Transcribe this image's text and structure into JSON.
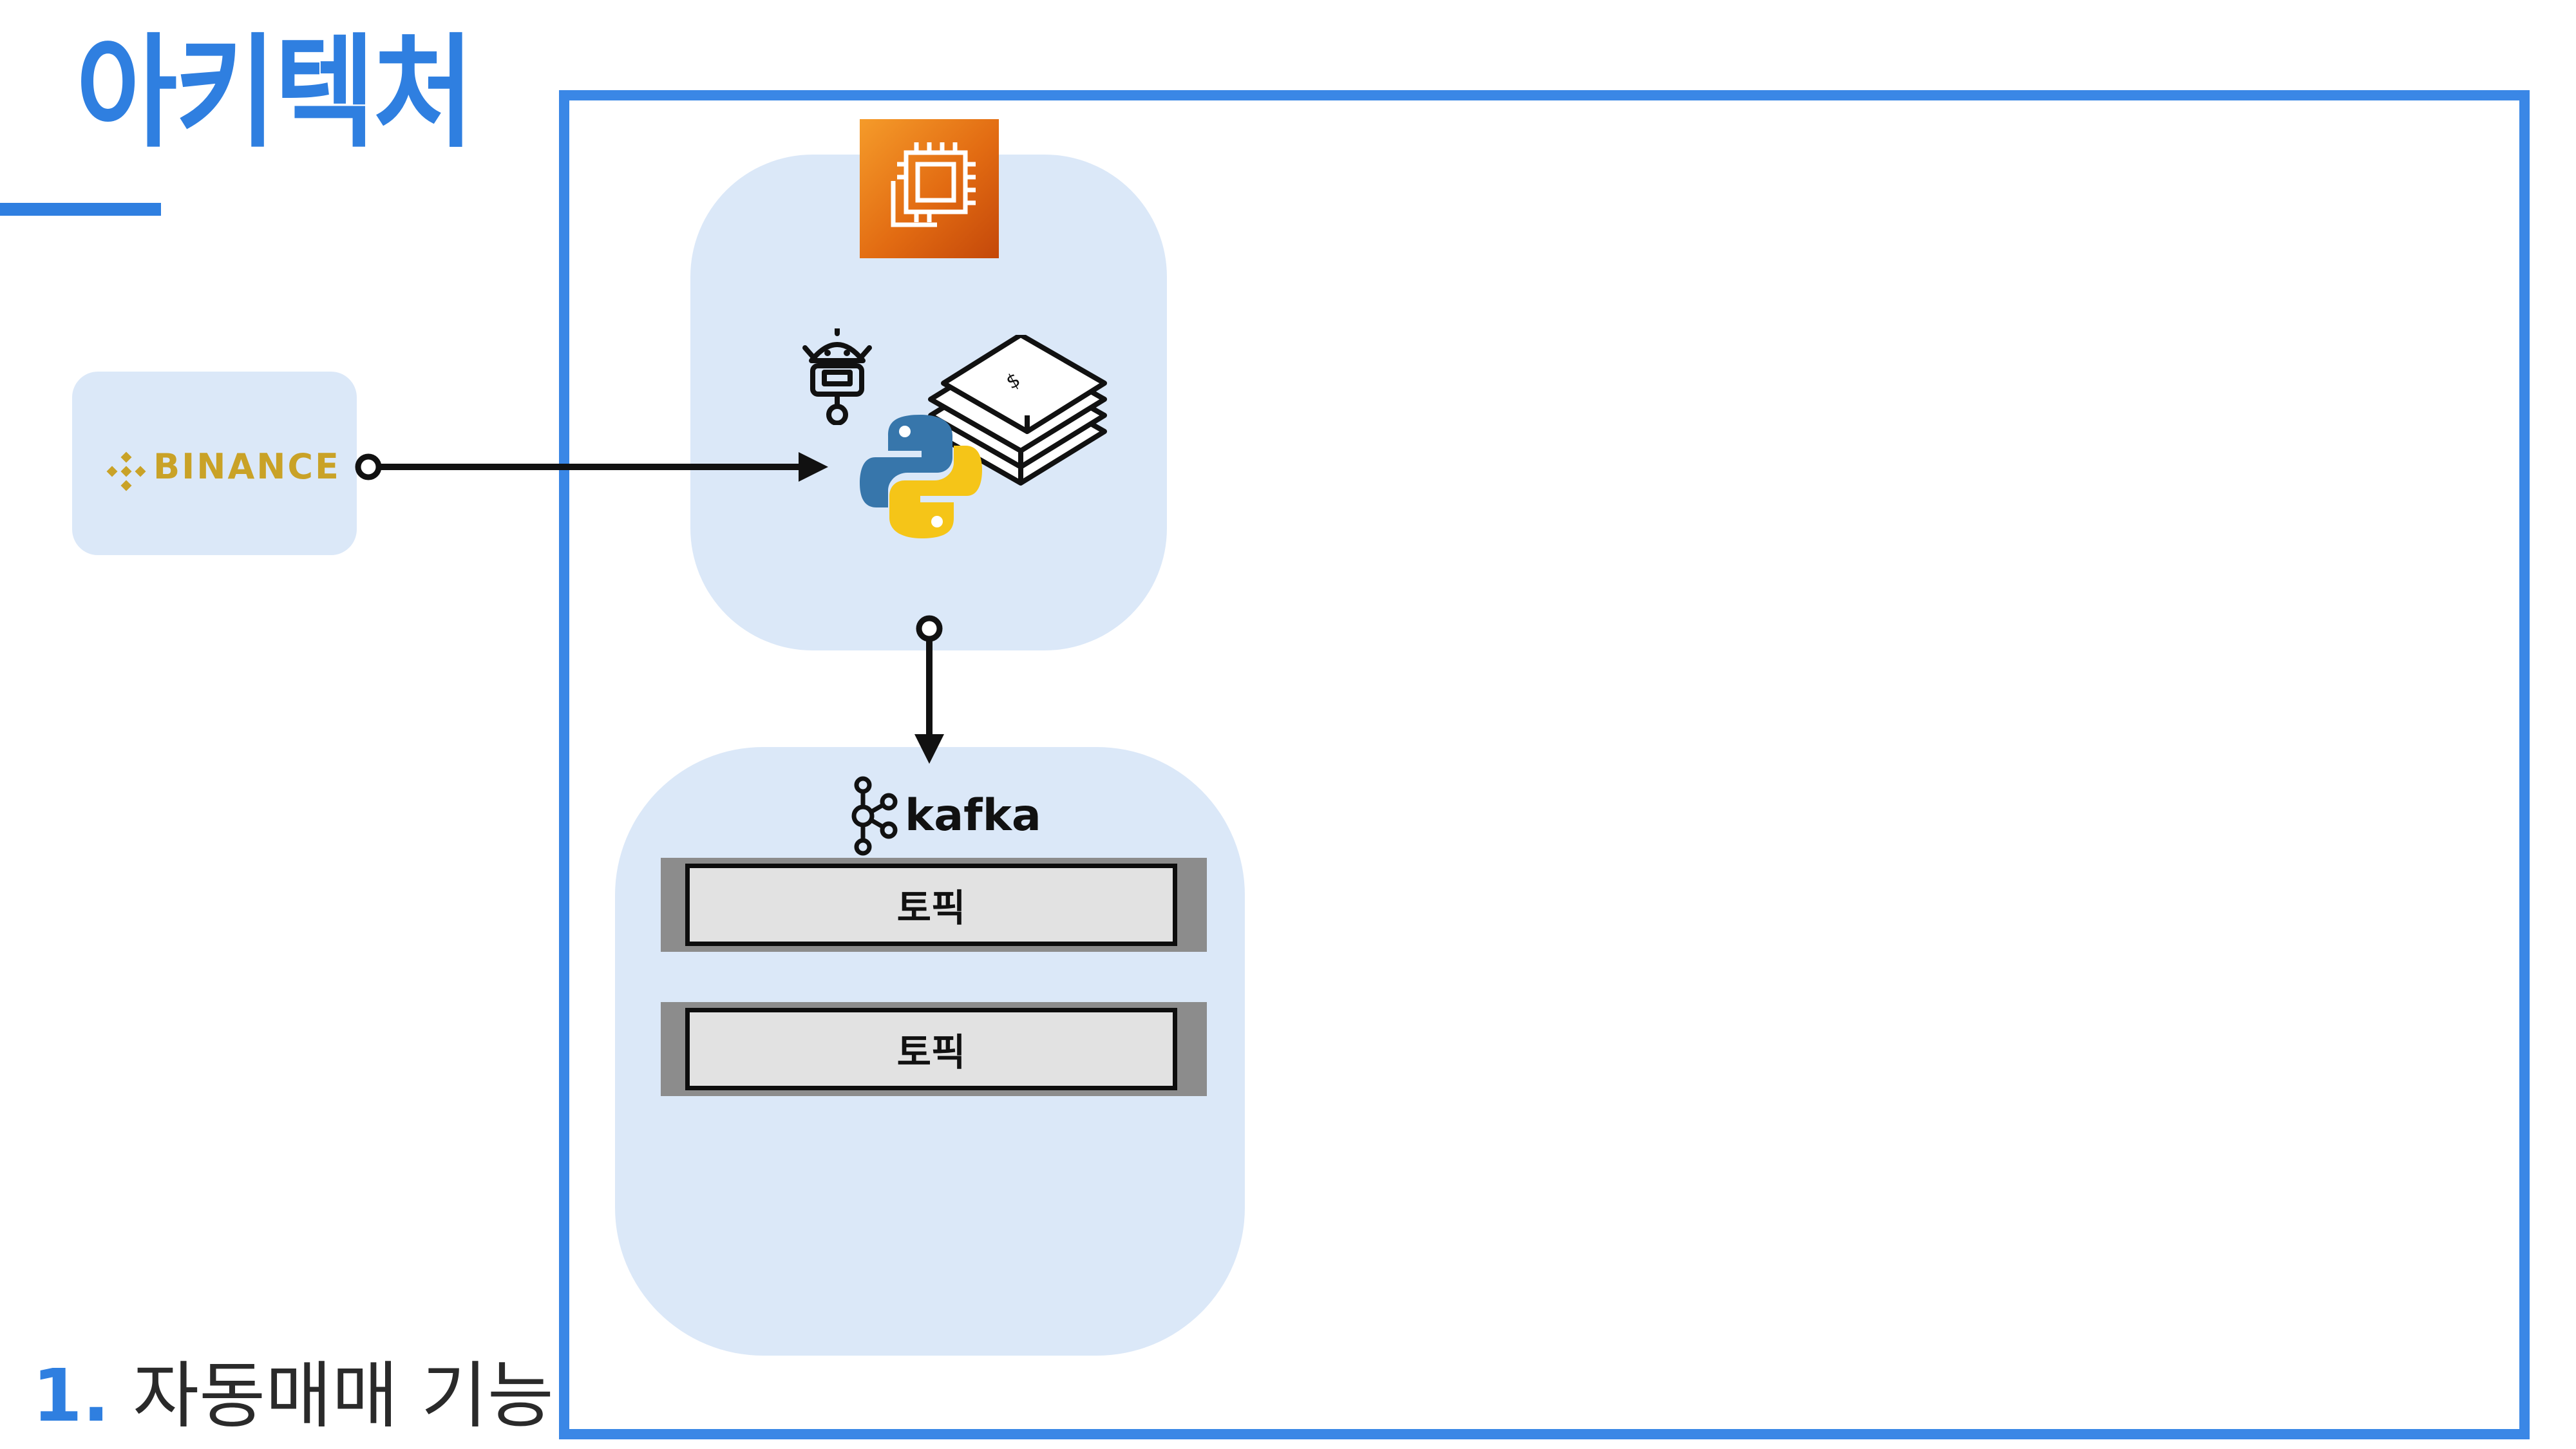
{
  "slide": {
    "title": "아키텍처",
    "footer_number": "1.",
    "footer_text": "자동매매 기능"
  },
  "diagram": {
    "exchange": {
      "label": "BINANCE",
      "icon": "binance-diamond-icon",
      "color": "#c9a227"
    },
    "compute": {
      "icon": "aws-ec2-chip-icon"
    },
    "bot": {
      "icons": [
        "robot-icon",
        "python-icon",
        "money-stack-icon"
      ]
    },
    "broker": {
      "label": "kafka",
      "icon": "kafka-logo-icon",
      "topics": [
        {
          "label": "토픽"
        },
        {
          "label": "토픽"
        }
      ]
    },
    "edges": [
      {
        "from": "exchange",
        "to": "bot"
      },
      {
        "from": "bot",
        "to": "broker"
      }
    ],
    "colors": {
      "accent": "#2f7fe0",
      "frame": "#3a87e6",
      "box_fill": "#dbe8f8",
      "ec2_orange": "#e26b12"
    }
  }
}
